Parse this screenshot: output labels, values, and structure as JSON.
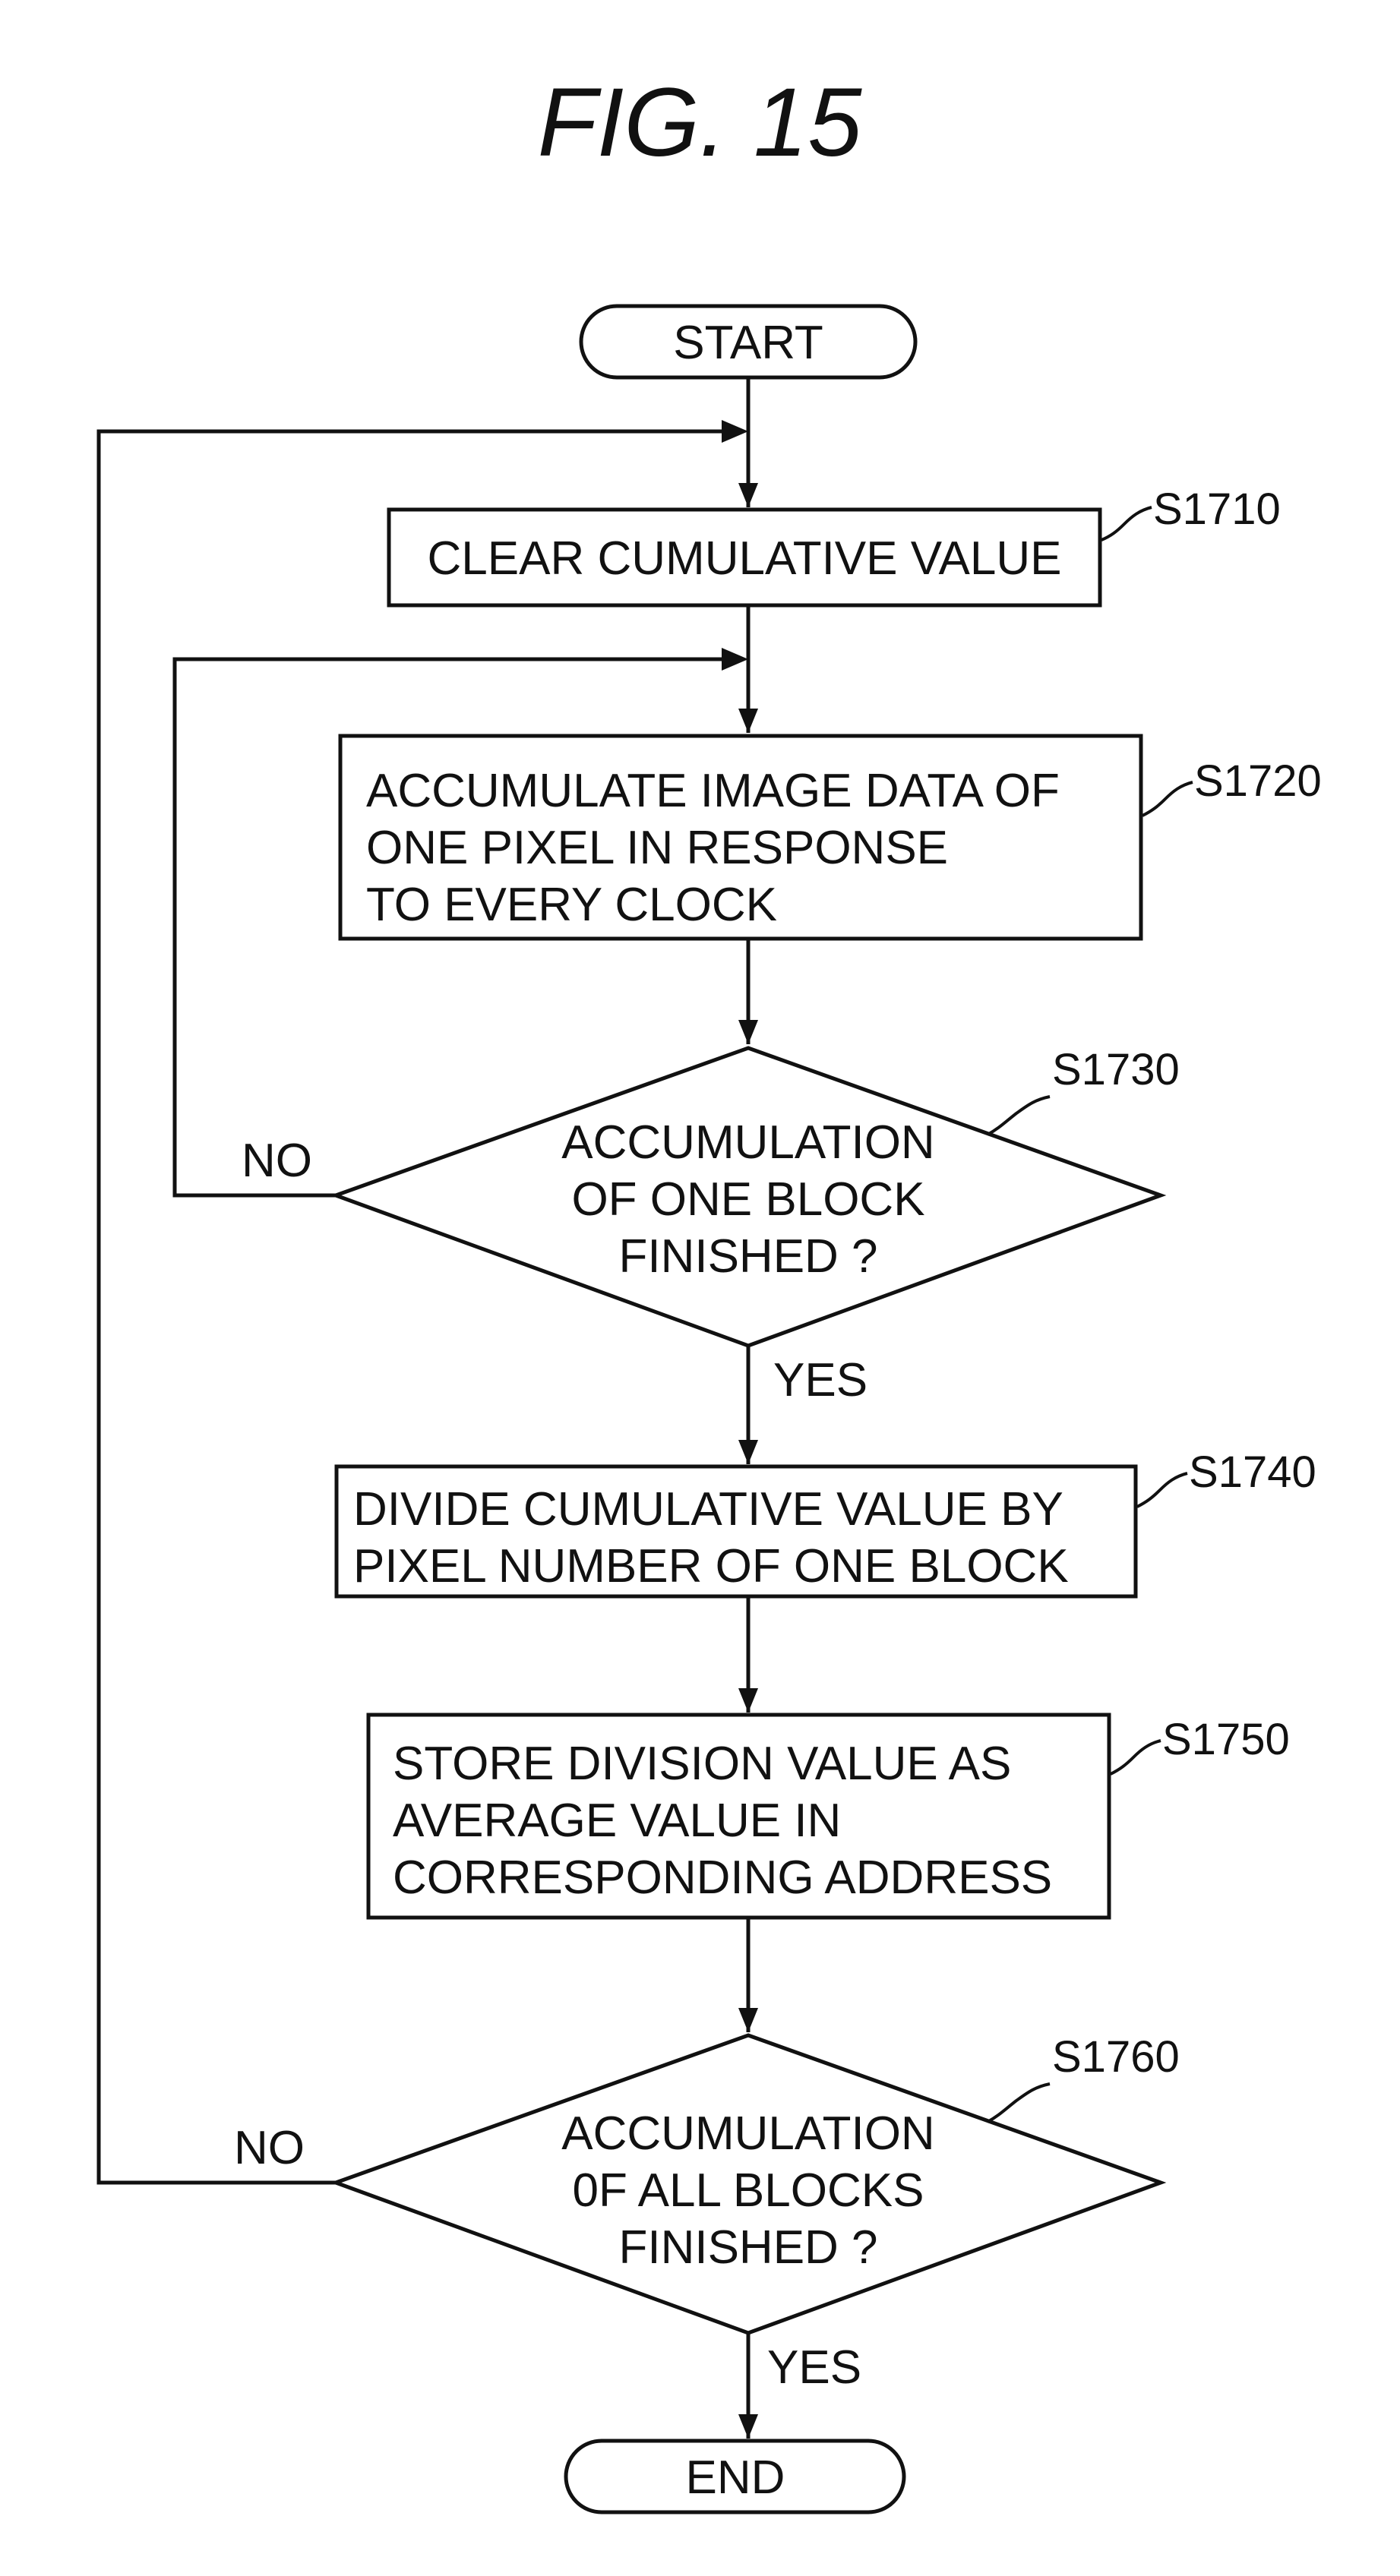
{
  "figure": {
    "title": "FIG. 15"
  },
  "nodes": {
    "start": {
      "text": "START"
    },
    "s1710": {
      "id": "S1710",
      "lines": [
        "CLEAR CUMULATIVE VALUE"
      ]
    },
    "s1720": {
      "id": "S1720",
      "lines": [
        "ACCUMULATE IMAGE DATA OF",
        "ONE PIXEL IN RESPONSE",
        "TO EVERY CLOCK"
      ]
    },
    "s1730": {
      "id": "S1730",
      "lines": [
        "ACCUMULATION",
        "OF ONE BLOCK",
        "FINISHED ?"
      ]
    },
    "s1740": {
      "id": "S1740",
      "lines": [
        "DIVIDE CUMULATIVE VALUE BY",
        "PIXEL NUMBER OF ONE BLOCK"
      ]
    },
    "s1750": {
      "id": "S1750",
      "lines": [
        "STORE DIVISION VALUE AS",
        "AVERAGE VALUE IN",
        "CORRESPONDING ADDRESS"
      ]
    },
    "s1760": {
      "id": "S1760",
      "lines": [
        "ACCUMULATION",
        "0F ALL BLOCKS",
        "FINISHED ?"
      ]
    },
    "end": {
      "text": "END"
    }
  },
  "edges": {
    "s1730_no": "NO",
    "s1730_yes": "YES",
    "s1760_no": "NO",
    "s1760_yes": "YES"
  }
}
